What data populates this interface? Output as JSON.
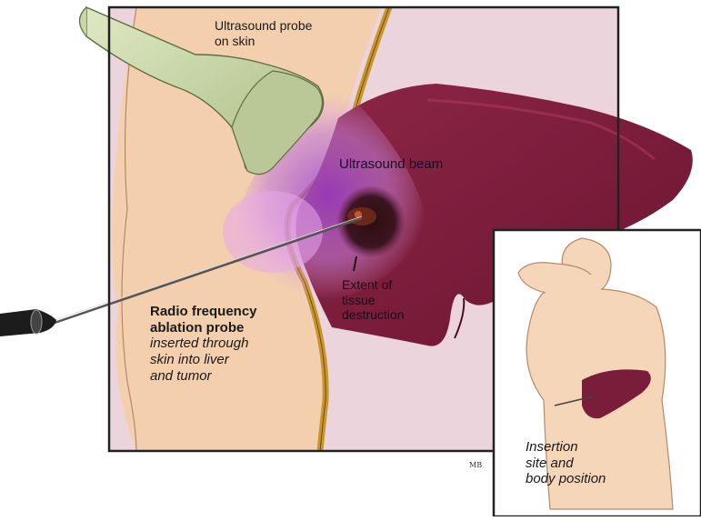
{
  "labels": {
    "probe_line1": "Ultrasound probe",
    "probe_line2": "on skin",
    "beam": "Ultrasound beam",
    "extent_line1": "Extent of",
    "extent_line2": "tissue",
    "extent_line3": "destruction",
    "rf_line1": "Radio frequency",
    "rf_line2": "ablation probe",
    "rf_line3": "inserted through",
    "rf_line4": "skin into liver",
    "rf_line5": "and tumor",
    "insert_line1": "Insertion",
    "insert_line2": "site and",
    "insert_line3": "body position"
  },
  "signature": "MB",
  "colors": {
    "skin": "#f3cfae",
    "liver": "#7a1d3a",
    "beam": "#c27ad8",
    "tissue_border": "#c9962a",
    "probe": "#c9d7a8",
    "background_panel": "#e9cfd9"
  }
}
